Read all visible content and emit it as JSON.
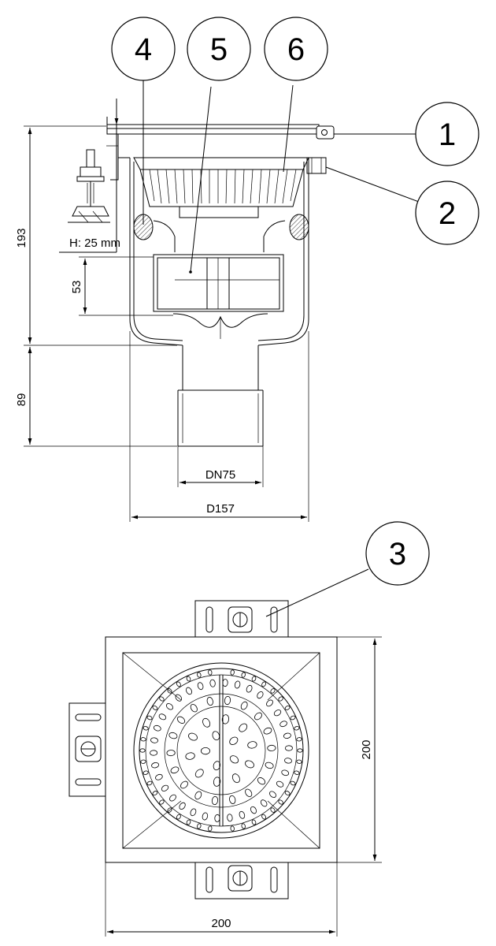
{
  "callouts": {
    "c1": "1",
    "c2": "2",
    "c3": "3",
    "c4": "4",
    "c5": "5",
    "c6": "6"
  },
  "dimensions": {
    "overall_height": "193",
    "water_seal": "53",
    "outlet_length": "89",
    "outlet_dn": "DN75",
    "body_diameter": "D157",
    "height_adjust": "H: 25 mm",
    "plan_width": "200",
    "plan_depth": "200"
  }
}
